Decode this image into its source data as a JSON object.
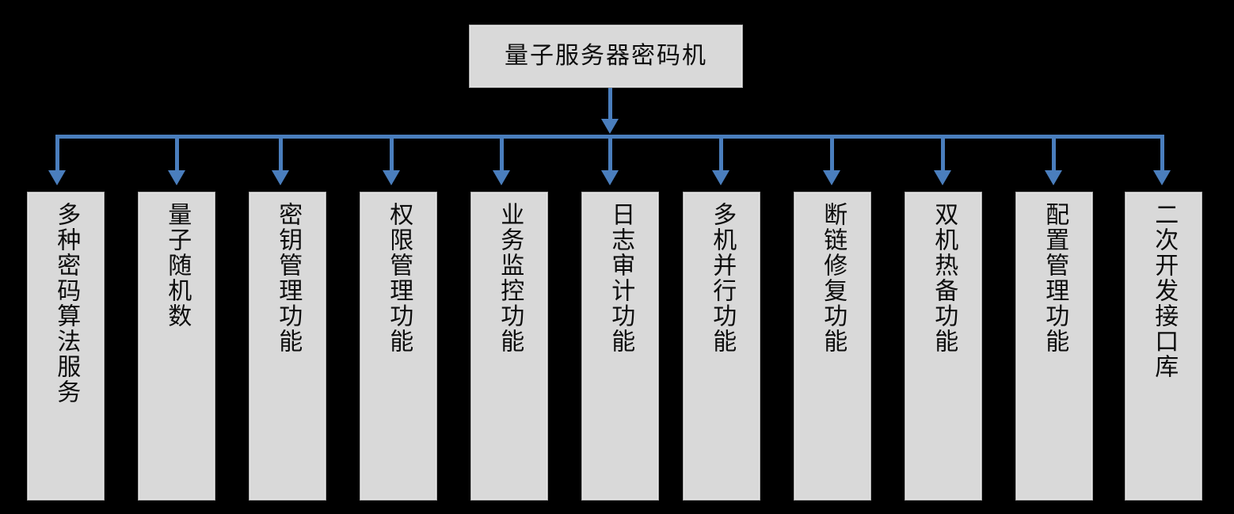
{
  "diagram": {
    "title": "量子服务器密码机",
    "background_color": "#000000",
    "node_fill_color": "#D9D9D9",
    "node_border_color": "#A6A6A6",
    "connector_color": "#4A7EBD",
    "root": {
      "label": "量子服务器密码机"
    },
    "children": [
      {
        "label": "多种密码算法服务"
      },
      {
        "label": "量子随机数"
      },
      {
        "label": "密钥管理功能"
      },
      {
        "label": "权限管理功能"
      },
      {
        "label": "业务监控功能"
      },
      {
        "label": "日志审计功能"
      },
      {
        "label": "多机并行功能"
      },
      {
        "label": "断链修复功能"
      },
      {
        "label": "双机热备功能"
      },
      {
        "label": "配置管理功能"
      },
      {
        "label": "二次开发接口库"
      }
    ]
  }
}
